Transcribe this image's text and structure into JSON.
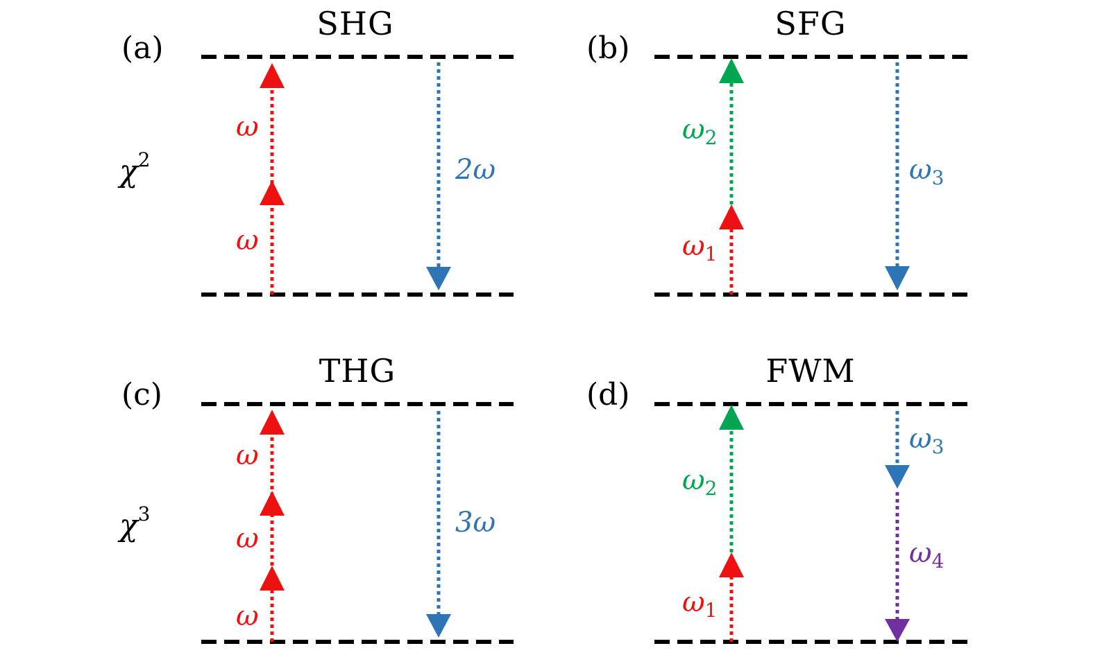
{
  "colors": {
    "red": "#ee1111",
    "green": "#00a651",
    "blue": "#2e75b6",
    "purple": "#7030a0",
    "black": "#000000"
  },
  "orders": {
    "chi2": {
      "symbol": "χ",
      "exponent": "2"
    },
    "chi3": {
      "symbol": "χ",
      "exponent": "3"
    }
  },
  "panels": {
    "a": {
      "label": "(a)",
      "title": "SHG",
      "up": [
        {
          "text": "ω",
          "sub": ""
        },
        {
          "text": "ω",
          "sub": ""
        }
      ],
      "down": [
        {
          "text": "2ω",
          "sub": ""
        }
      ]
    },
    "b": {
      "label": "(b)",
      "title": "SFG",
      "up": [
        {
          "text": "ω",
          "sub": "2"
        },
        {
          "text": "ω",
          "sub": "1"
        }
      ],
      "down": [
        {
          "text": "ω",
          "sub": "3"
        }
      ]
    },
    "c": {
      "label": "(c)",
      "title": "THG",
      "up": [
        {
          "text": "ω",
          "sub": ""
        },
        {
          "text": "ω",
          "sub": ""
        },
        {
          "text": "ω",
          "sub": ""
        }
      ],
      "down": [
        {
          "text": "3ω",
          "sub": ""
        }
      ]
    },
    "d": {
      "label": "(d)",
      "title": "FWM",
      "up": [
        {
          "text": "ω",
          "sub": "2"
        },
        {
          "text": "ω",
          "sub": "1"
        }
      ],
      "down": [
        {
          "text": "ω",
          "sub": "3"
        },
        {
          "text": "ω",
          "sub": "4"
        }
      ]
    }
  }
}
